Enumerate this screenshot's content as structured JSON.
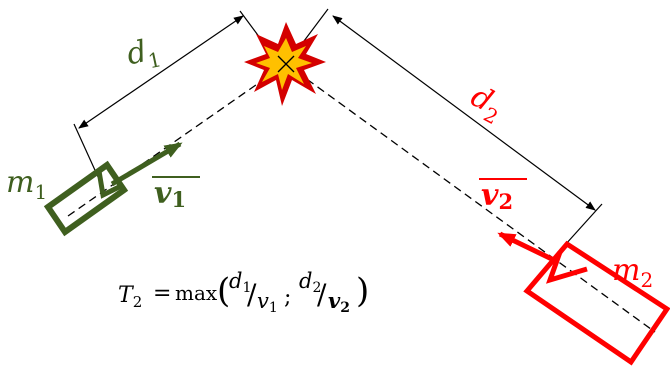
{
  "diagram": {
    "colors": {
      "object1": "#3f5f1f",
      "object2": "#ff0000",
      "dimension": "#000000",
      "explosion_outer": "#d40000",
      "explosion_inner": "#ffc000"
    },
    "labels": {
      "d1": {
        "base": "d",
        "sub": "1"
      },
      "d2": {
        "base": "d",
        "sub": "2"
      },
      "m1": {
        "base": "m",
        "sub": "1"
      },
      "m2": {
        "base": "m",
        "sub": "2"
      },
      "v1": {
        "base": "v",
        "sub": "1"
      },
      "v2": {
        "base": "v",
        "sub": "2"
      }
    },
    "formula": {
      "lhs_base": "T",
      "lhs_sub": "2",
      "equals": "=",
      "func": "max",
      "open_paren": "(",
      "close_paren": ")",
      "sep": ";",
      "term1": {
        "num": "d",
        "num_sub": "1",
        "slash": "/",
        "den": "v",
        "den_sub": "1"
      },
      "term2": {
        "num": "d",
        "num_sub": "2",
        "slash": "/",
        "den": "v",
        "den_sub": "2"
      }
    },
    "icons": [
      "explosion-icon"
    ]
  }
}
